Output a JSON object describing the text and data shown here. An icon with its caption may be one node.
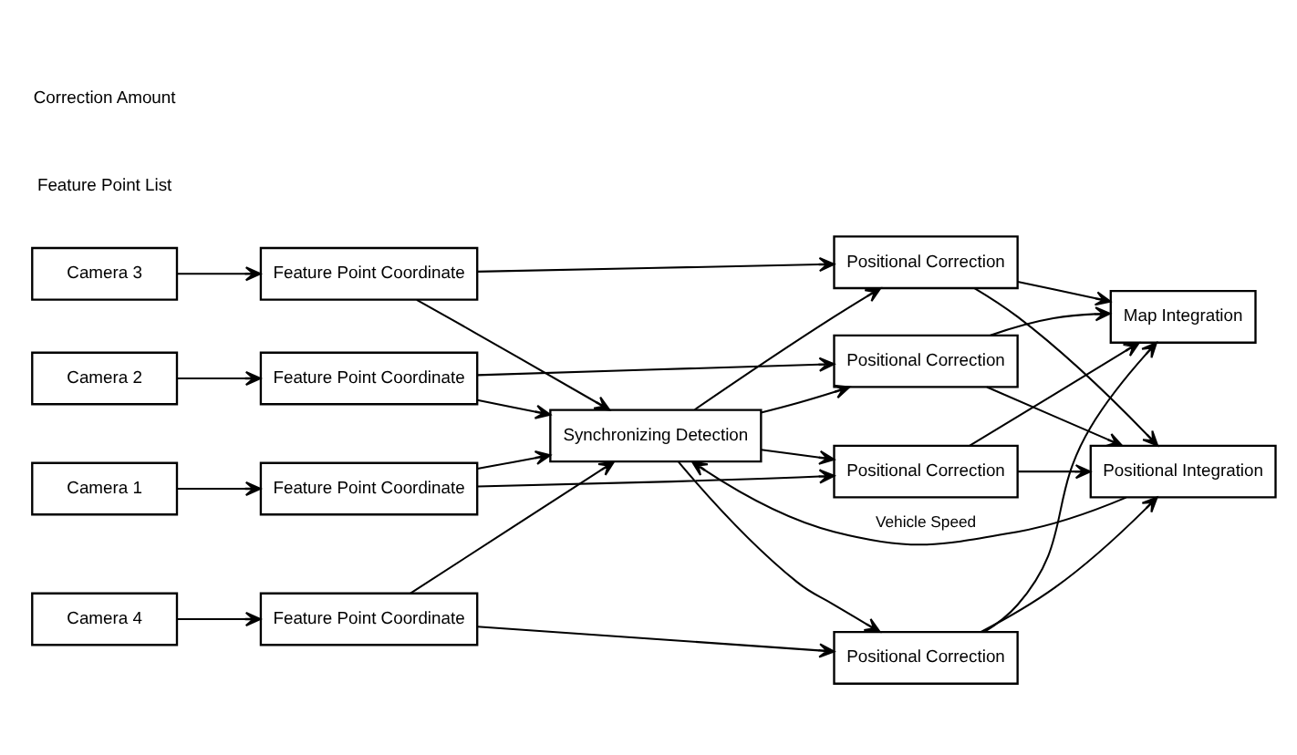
{
  "diagram": {
    "nodes": [
      {
        "text": [
          "Synchronizing Detection"
        ]
      },
      {
        "text": [
          "Camera 1"
        ]
      },
      {
        "text": [
          "Camera 2"
        ]
      },
      {
        "text": [
          "Camera 3"
        ]
      },
      {
        "text": [
          "Camera 4"
        ]
      },
      {
        "text": [
          "Feature Point Coordinate"
        ]
      },
      {
        "text": [
          "Feature Point Coordinate"
        ]
      },
      {
        "text": [
          "Feature Point Coordinate"
        ]
      },
      {
        "text": [
          "Feature Point Coordinate"
        ]
      },
      {
        "text": [
          "Positional Correction"
        ]
      },
      {
        "text": [
          "Positional Correction"
        ]
      },
      {
        "text": [
          "Positional Correction"
        ]
      },
      {
        "text": [
          "Positional Correction"
        ]
      },
      {
        "text": [
          "Positional Integration"
        ]
      },
      {
        "text": [
          "Map Integration"
        ]
      }
    ],
    "edges": [
      {
        "from": 1,
        "to": 5,
        "arrow": "to"
      },
      {
        "from": 2,
        "to": 6,
        "arrow": "to"
      },
      {
        "from": 3,
        "to": 7,
        "arrow": "to"
      },
      {
        "from": 4,
        "to": 8,
        "arrow": "to"
      },
      {
        "from": 5,
        "to": 9,
        "arrow": "to"
      },
      {
        "from": 6,
        "to": 10,
        "arrow": "to"
      },
      {
        "from": 7,
        "to": 11,
        "arrow": "to"
      },
      {
        "from": 8,
        "to": 12,
        "arrow": "to"
      },
      {
        "from": 5,
        "to": 0,
        "arrow": "to"
      },
      {
        "from": 6,
        "to": 0,
        "arrow": "to"
      },
      {
        "from": 7,
        "to": 0,
        "arrow": "to"
      },
      {
        "from": 8,
        "to": 0,
        "arrow": "to"
      },
      {
        "from": 0,
        "to": 9,
        "arrow": "to"
      },
      {
        "from": 0,
        "to": 10,
        "arrow": "to"
      },
      {
        "from": 0,
        "to": 11,
        "arrow": "to"
      },
      {
        "from": 0,
        "to": 12,
        "arrow": "to"
      },
      {
        "from": 9,
        "to": 13,
        "arrow": "to"
      },
      {
        "from": 10,
        "to": 13,
        "arrow": "to"
      },
      {
        "from": 11,
        "to": 13,
        "arrow": "to"
      },
      {
        "from": 12,
        "to": 13,
        "arrow": "to"
      },
      {
        "from": 9,
        "to": 14,
        "arrow": "to"
      },
      {
        "from": 10,
        "to": 14,
        "arrow": "to"
      },
      {
        "from": 11,
        "to": 14,
        "arrow": "to"
      },
      {
        "from": 12,
        "to": 14,
        "arrow": "to"
      },
      {
        "from": 13,
        "to": 0,
        "arrow": "to",
        "label": "Vehicle Speed"
      }
    ],
    "labels": [
      "Feature Point List",
      "Correction Amount"
    ]
  }
}
